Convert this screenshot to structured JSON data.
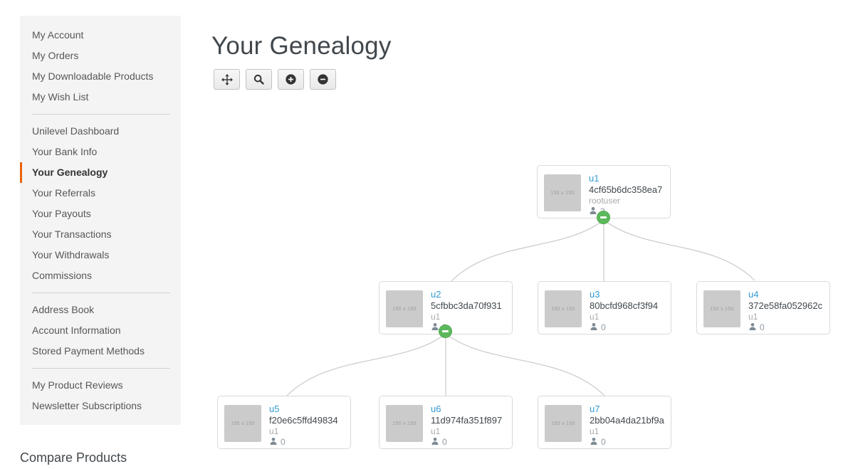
{
  "sidebar": {
    "active_item": "Your Genealogy",
    "groups": [
      {
        "items": [
          "My Account",
          "My Orders",
          "My Downloadable Products",
          "My Wish List"
        ]
      },
      {
        "items": [
          "Unilevel Dashboard",
          "Your Bank Info",
          "Your Genealogy",
          "Your Referrals",
          "Your Payouts",
          "Your Transactions",
          "Your Withdrawals",
          "Commissions"
        ]
      },
      {
        "items": [
          "Address Book",
          "Account Information",
          "Stored Payment Methods"
        ]
      },
      {
        "items": [
          "My Product Reviews",
          "Newsletter Subscriptions"
        ]
      }
    ]
  },
  "compare_block": {
    "title": "Compare Products"
  },
  "page": {
    "title": "Your Genealogy"
  },
  "toolbar": {
    "buttons": [
      {
        "name": "pan",
        "icon": "move-icon"
      },
      {
        "name": "zoom",
        "icon": "search-icon"
      },
      {
        "name": "zoom-in",
        "icon": "plus-circle-icon"
      },
      {
        "name": "zoom-out",
        "icon": "minus-circle-icon"
      }
    ]
  },
  "tree": {
    "placeholder_label": "150 x 150",
    "nodes": [
      {
        "id": "u1",
        "hash": "4cf65b6dc358ea7",
        "sponsor": "rootuser",
        "downline_count": "3",
        "has_collapse_toggle": true
      },
      {
        "id": "u2",
        "hash": "5cfbbc3da70f931",
        "sponsor": "u1",
        "downline_count": "3",
        "has_collapse_toggle": true
      },
      {
        "id": "u3",
        "hash": "80bcfd968cf3f94",
        "sponsor": "u1",
        "downline_count": "0",
        "has_collapse_toggle": false
      },
      {
        "id": "u4",
        "hash": "372e58fa052962c",
        "sponsor": "u1",
        "downline_count": "0",
        "has_collapse_toggle": false
      },
      {
        "id": "u5",
        "hash": "f20e6c5ffd49834",
        "sponsor": "u1",
        "downline_count": "0",
        "has_collapse_toggle": false
      },
      {
        "id": "u6",
        "hash": "11d974fa351f897",
        "sponsor": "u1",
        "downline_count": "0",
        "has_collapse_toggle": false
      },
      {
        "id": "u7",
        "hash": "2bb04a4da21bf9a",
        "sponsor": "u1",
        "downline_count": "0",
        "has_collapse_toggle": false
      }
    ]
  },
  "colors": {
    "accent_orange": "#e8640a",
    "link_blue": "#3399d3",
    "toggle_green": "#5cb85c",
    "connector_gray": "#c9c9c9",
    "sidebar_bg": "#f4f4f4"
  }
}
